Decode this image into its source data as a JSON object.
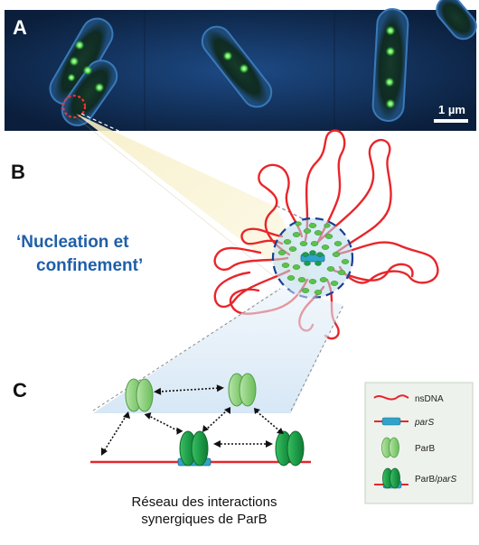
{
  "panels": {
    "a": {
      "letter": "A",
      "scale_bar": "1 µm"
    },
    "b": {
      "letter": "B",
      "model_line1": "‘Nucleation et",
      "model_line2": "confinement’"
    },
    "c": {
      "letter": "C",
      "caption_line1": "Réseau des interactions",
      "caption_line2": "synergiques de ParB"
    }
  },
  "legend": {
    "items": [
      {
        "id": "nsdna",
        "prefix": "nsDNA",
        "suffix": ""
      },
      {
        "id": "pars",
        "prefix": "parS",
        "suffix": ""
      },
      {
        "id": "parb",
        "prefix": "ParB",
        "suffix": ""
      },
      {
        "id": "parb-pars",
        "prefix": "ParB/",
        "suffix": "parS"
      }
    ]
  },
  "colors": {
    "dna": "#e8262b",
    "pars": "#2fa3c9",
    "parb_light": "#8fd07e",
    "parb_dark": "#1e9e4a",
    "microscopy_bg": "#0d2747",
    "model_text": "#1f5fa8",
    "legend_bg": "#eef2ec"
  }
}
